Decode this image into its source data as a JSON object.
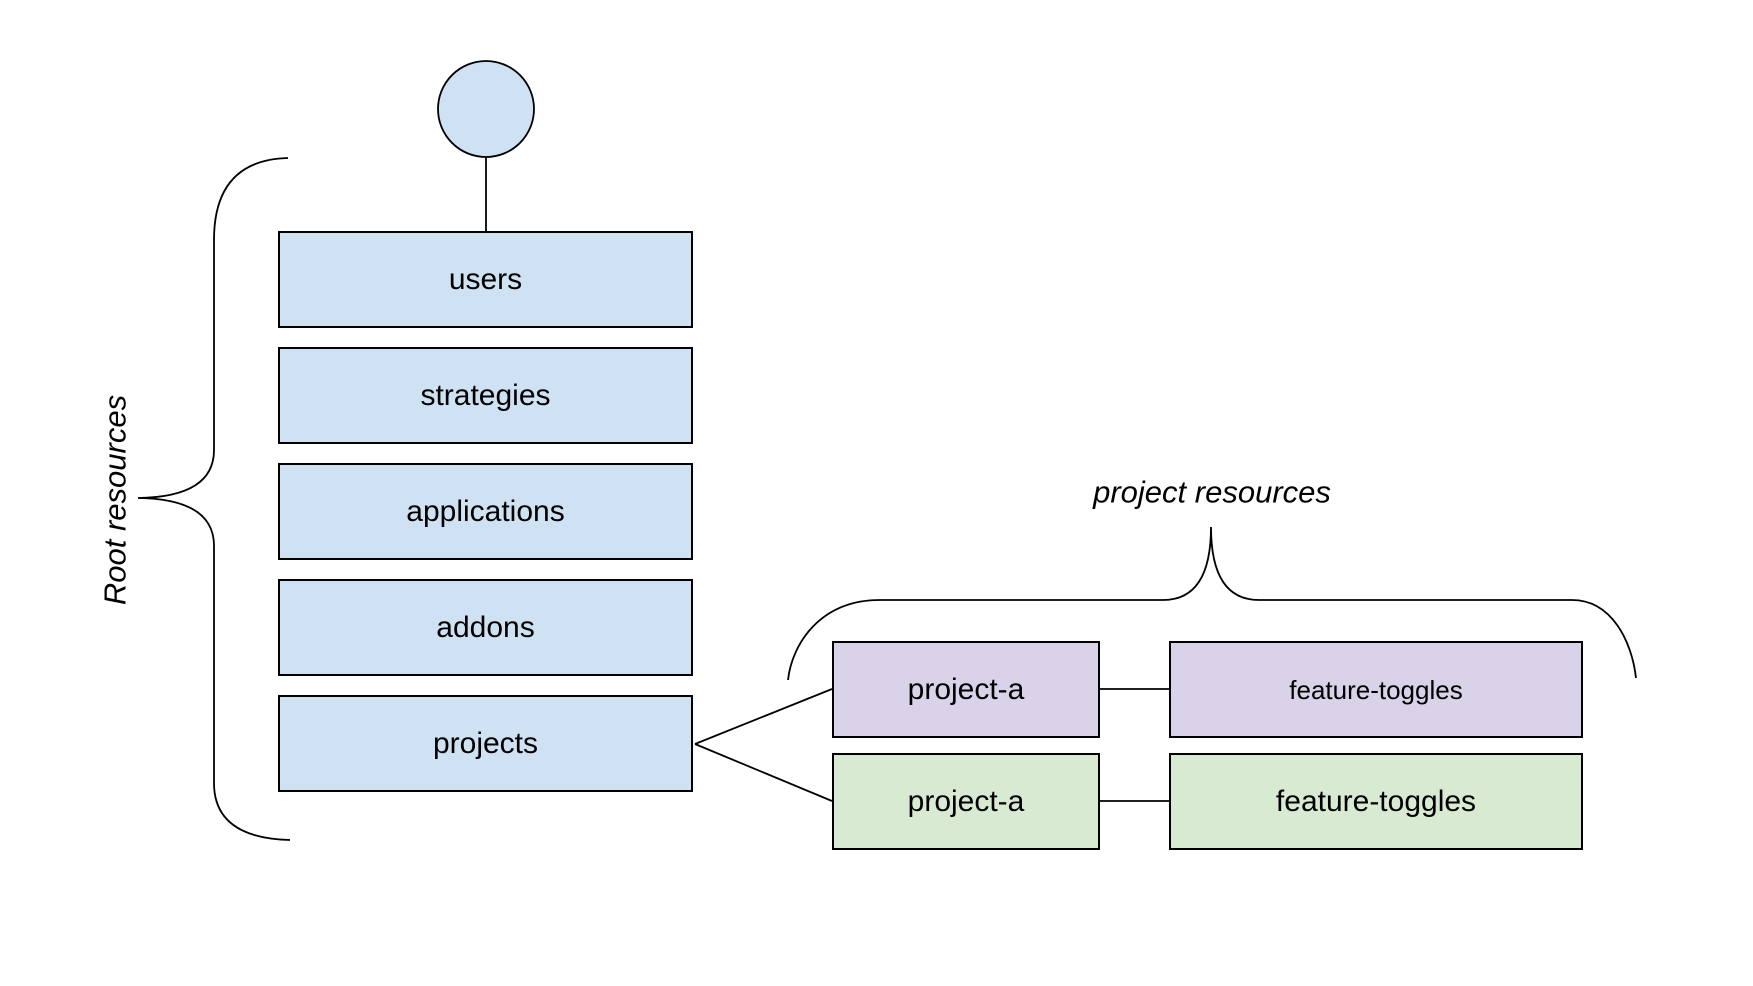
{
  "diagram": {
    "root_group_label": "Root resources",
    "project_group_label": "project resources",
    "root_resources": [
      "users",
      "strategies",
      "applications",
      "addons",
      "projects"
    ],
    "project_rows": [
      {
        "project": "project-a",
        "resource": "feature-toggles",
        "variant": "purple"
      },
      {
        "project": "project-a",
        "resource": "feature-toggles",
        "variant": "green"
      }
    ],
    "colors": {
      "root_box_fill": "#cfe2f3",
      "purple_box_fill": "#d9d2e9",
      "green_box_fill": "#d9ead3",
      "stroke": "#000000"
    }
  }
}
